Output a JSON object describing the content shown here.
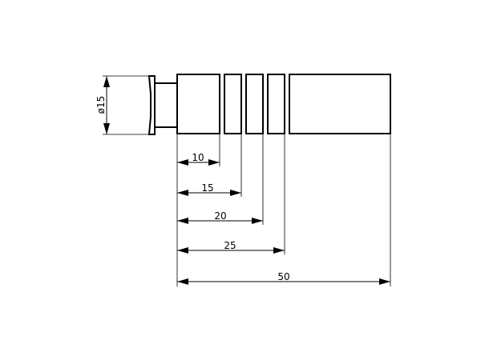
{
  "diameter_label": "ø15",
  "dimensions": [
    {
      "label": "10"
    },
    {
      "label": "15"
    },
    {
      "label": "20"
    },
    {
      "label": "25"
    },
    {
      "label": "50"
    }
  ]
}
